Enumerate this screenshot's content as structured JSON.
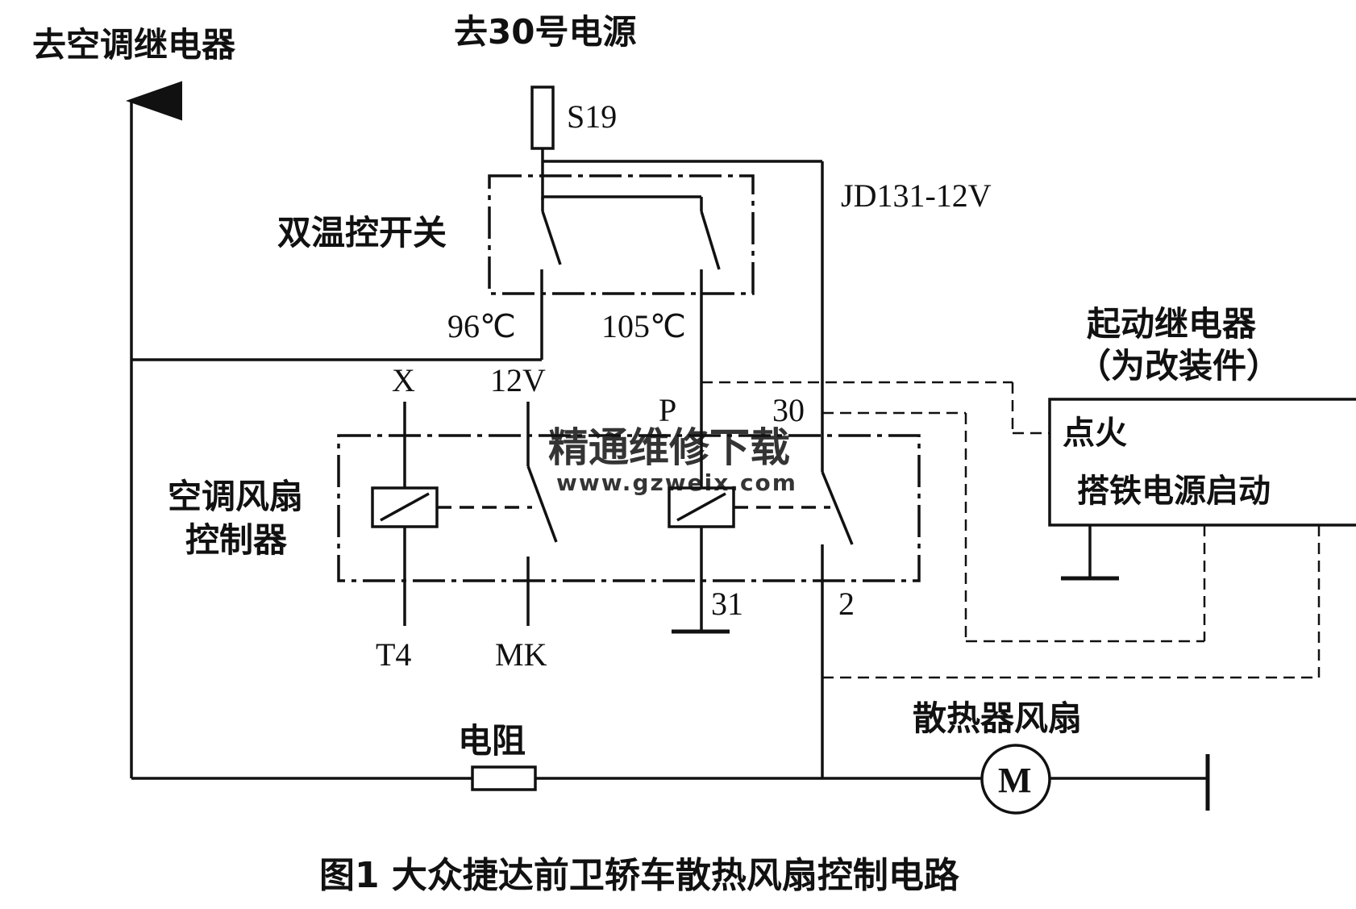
{
  "labels": {
    "to_ac_relay": "去空调继电器",
    "to_power_30": "去30号电源",
    "fuse_s19": "S19",
    "relay_model": "JD131-12V",
    "dual_temp_switch": "双温控开关",
    "temp_96": "96℃",
    "temp_105": "105℃",
    "start_relay": "起动继电器",
    "start_relay_note": "（为改装件）",
    "ignition": "点火",
    "ground_power_start": "搭铁电源启动",
    "pin_x": "X",
    "pin_12v": "12V",
    "pin_p": "P",
    "pin_30": "30",
    "pin_31": "31",
    "pin_2": "2",
    "pin_t4": "T4",
    "pin_mk": "MK",
    "ac_fan_controller_line1": "空调风扇",
    "ac_fan_controller_line2": "控制器",
    "resistor": "电阻",
    "radiator_fan": "散热器风扇",
    "motor": "M",
    "caption": "图1  大众捷达前卫轿车散热风扇控制电路"
  },
  "watermark": {
    "text": "精通维修下载",
    "url": "www.gzweix.com",
    "color": "#f4c9a8"
  },
  "colors": {
    "ink": "#111111",
    "background": "#ffffff"
  }
}
